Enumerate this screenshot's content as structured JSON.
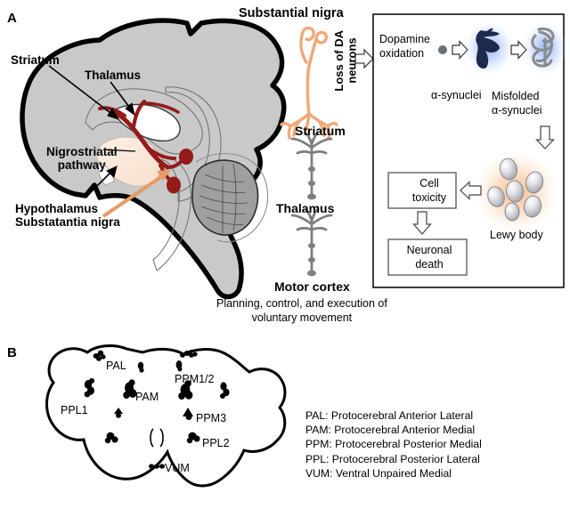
{
  "figure": {
    "panel_a_letter": "A",
    "panel_b_letter": "B"
  },
  "panel_a": {
    "brain_labels": {
      "striatum": "Striatum",
      "thalamus": "Thalamus",
      "nigrostriatal": "Nigrostriatal\npathway",
      "hypothalamus": "Hypothalamus\nSubstatantia nigra"
    },
    "middle_column": {
      "substantial_nigra": "Substantial nigra",
      "striatum": "Striatum",
      "thalamus": "Thalamus",
      "motor_cortex": "Motor cortex",
      "motor_cortex_caption": "Planning, control, and execution of\nvoluntary movement",
      "loss_of_da_neurons": "Loss of DA\nneurons"
    },
    "molecular_panel": {
      "dopamine_oxidation": "Dopamine\noxidation",
      "alpha_synuclei": "α-synuclei",
      "misfolded_alpha_synuclei": "Misfolded\nα-synuclei",
      "lewy_body": "Lewy body",
      "cell_toxicity": "Cell\ntoxicity",
      "neuronal_death": "Neuronal\ndeath"
    }
  },
  "panel_b": {
    "cluster_labels": {
      "pal": "PAL",
      "pam": "PAM",
      "ppl1": "PPL1",
      "ppl2": "PPL2",
      "ppm12": "PPM1/2",
      "ppm3": "PPM3",
      "vum": "VUM"
    },
    "legend": [
      "PAL: Protocerebral Anterior Lateral",
      "PAM: Protocerebral Anterior Medial",
      "PPM: Protocerebral Posterior Medial",
      "PPL: Protocerebral Posterior Lateral",
      "VUM: Ventral Unpaired Medial"
    ]
  },
  "colors": {
    "brain_fill": "#c9c9c9",
    "brain_outline": "#000000",
    "nigrostriatal_red": "#951a1a",
    "orange_arrow": "#e89a62",
    "da_neuron_orange": "#f0a878",
    "gray_neuron": "#7e7e7e",
    "alpha_synuclein_navy": "#1d2a4d",
    "misfolded_gray": "#8a8a8a",
    "glow_blue": "#5b8ff0",
    "glow_orange": "#f4a661",
    "lewy_pearl": "#d9dade"
  }
}
